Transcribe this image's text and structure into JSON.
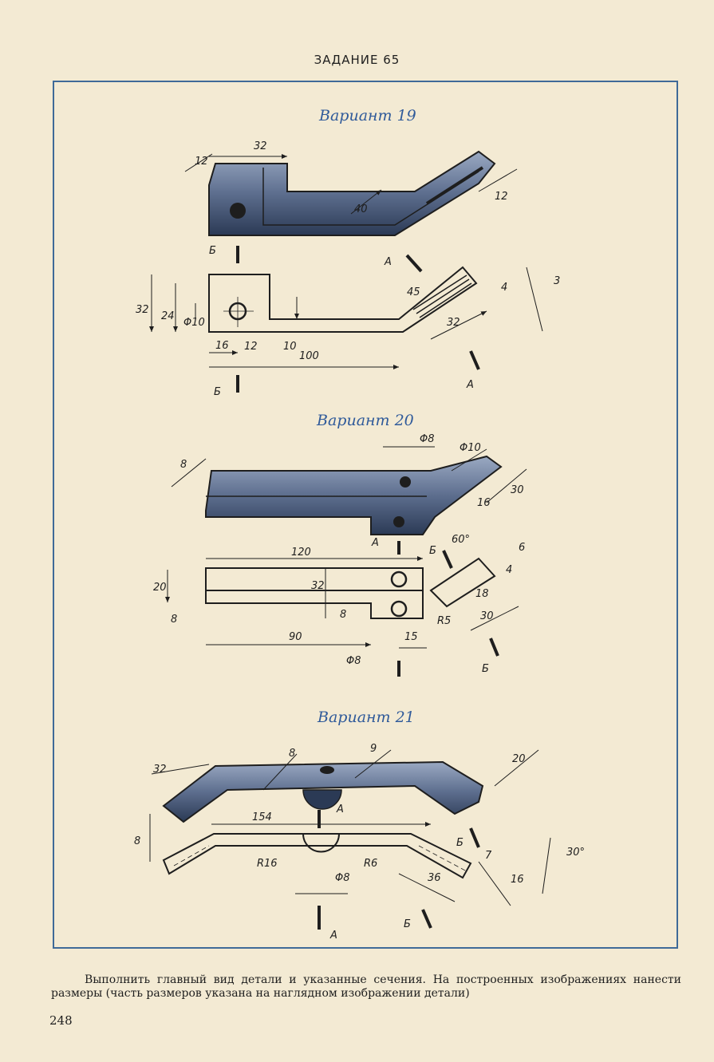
{
  "header": "ЗАДАНИЕ 65",
  "variants": [
    {
      "title": "Вариант 19",
      "iso_dims": [
        "12",
        "32",
        "40",
        "12"
      ],
      "view_dims": [
        "32",
        "24",
        "Φ10",
        "16",
        "12",
        "10",
        "100",
        "45",
        "32",
        "4",
        "3"
      ],
      "section_labels": [
        "Б",
        "Б",
        "А",
        "А"
      ]
    },
    {
      "title": "Вариант 20",
      "iso_dims": [
        "8",
        "Φ8",
        "Φ10",
        "16",
        "30"
      ],
      "view_dims": [
        "120",
        "20",
        "32",
        "8",
        "8",
        "90",
        "Φ8",
        "15",
        "60°",
        "6",
        "4",
        "18",
        "30",
        "R5"
      ],
      "section_labels": [
        "А",
        "Б",
        "Б"
      ]
    },
    {
      "title": "Вариант 21",
      "iso_dims": [
        "32",
        "8",
        "9",
        "20"
      ],
      "view_dims": [
        "154",
        "8",
        "R16",
        "R6",
        "Φ8",
        "7",
        "36",
        "16",
        "30°"
      ],
      "section_labels": [
        "А",
        "А",
        "Б",
        "Б"
      ]
    }
  ],
  "caption": "Выполнить главный вид детали и указанные сечения. На построенных изображениях нанести размеры (часть размеров указана на наглядном изображении детали)",
  "page_number": "248",
  "colors": {
    "paper": "#f3ead3",
    "frame": "#3f6a98",
    "title": "#2f5a9a",
    "part_dark": "#2b3a55",
    "part_light": "#8a9ab5"
  }
}
